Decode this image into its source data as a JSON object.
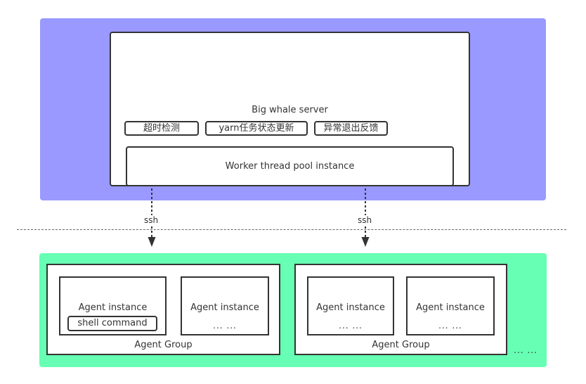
{
  "server": {
    "title": "Big whale server",
    "tags": [
      "超时检测",
      "yarn任务状态更新",
      "异常退出反馈"
    ],
    "pool": "Worker thread pool instance"
  },
  "connections": {
    "label": "ssh"
  },
  "agents": {
    "groups": [
      {
        "label": "Agent Group",
        "instances": [
          {
            "label": "Agent instance",
            "extra": "shell command"
          },
          {
            "label": "Agent instance",
            "extra": "... ..."
          }
        ]
      },
      {
        "label": "Agent Group",
        "instances": [
          {
            "label": "Agent instance",
            "extra": "... ..."
          },
          {
            "label": "Agent instance",
            "extra": "... ..."
          }
        ]
      }
    ],
    "more": "... ..."
  },
  "colors": {
    "server_zone": "#9999ff",
    "agent_zone": "#66ffb3",
    "stroke": "#333333"
  }
}
